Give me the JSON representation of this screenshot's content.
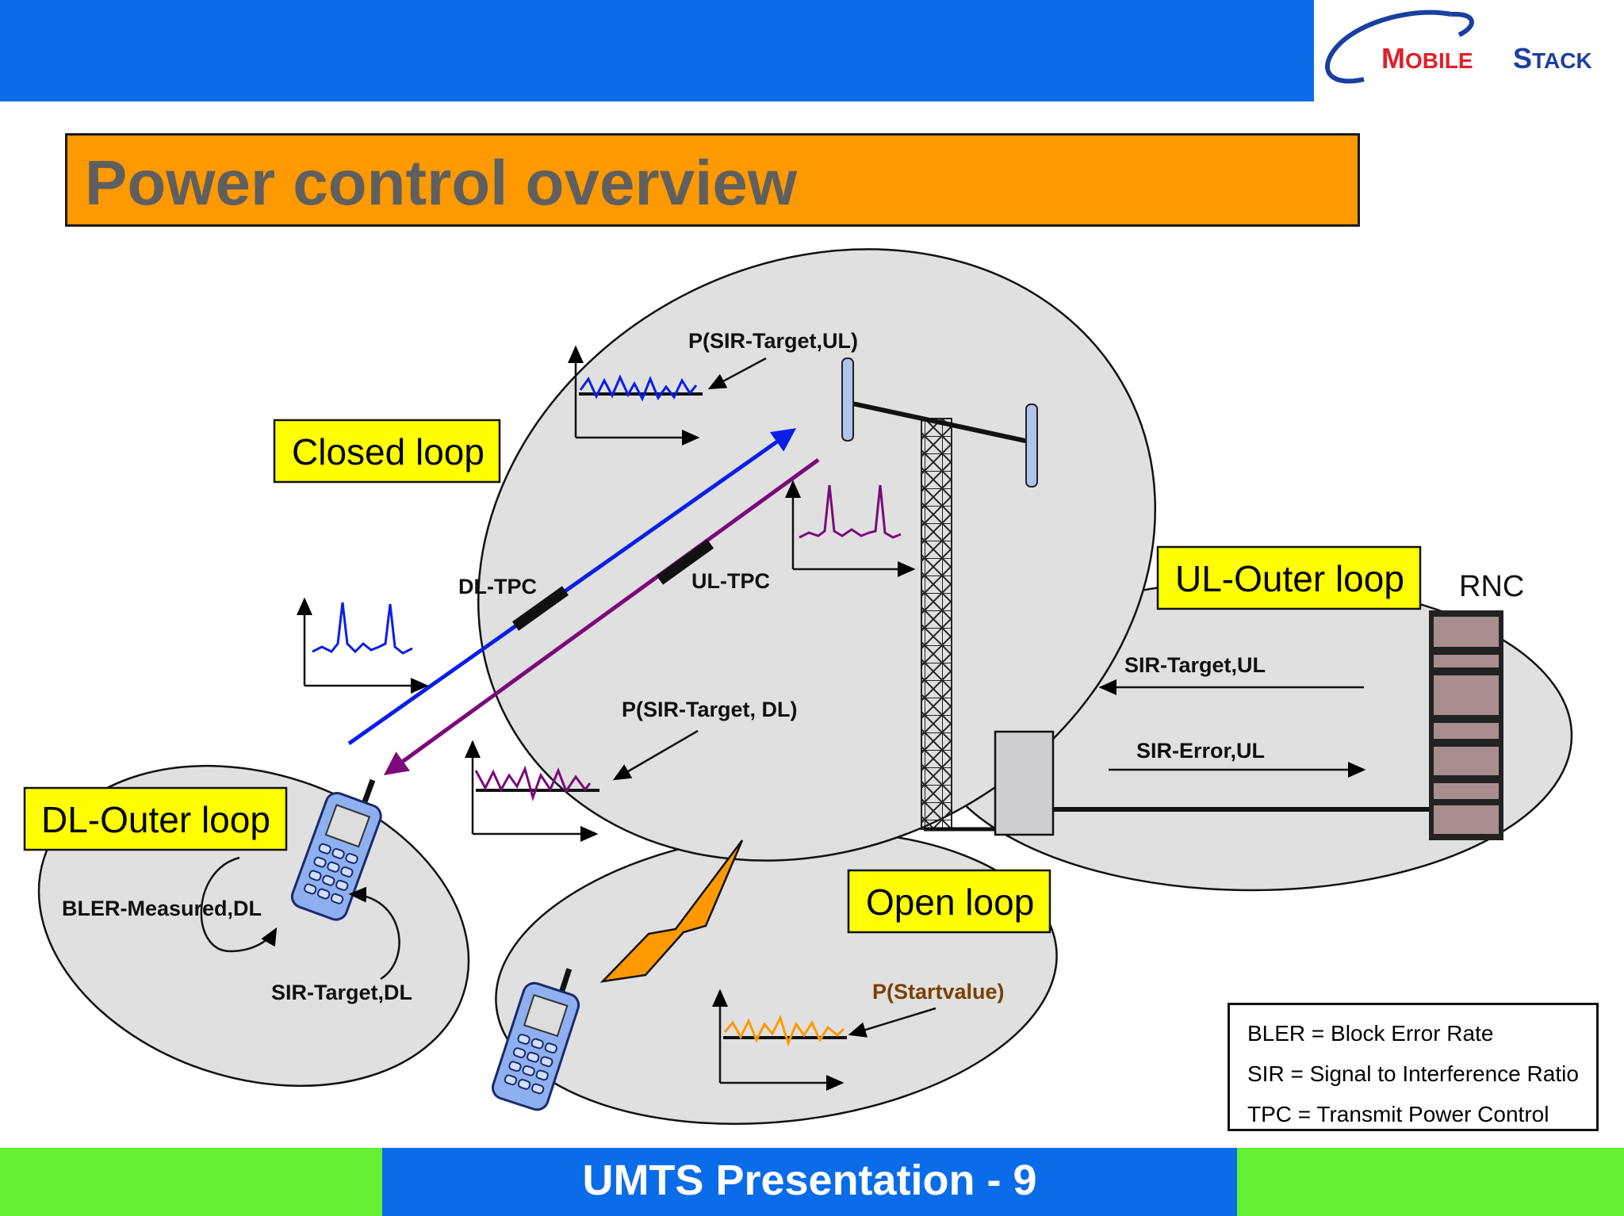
{
  "logo": {
    "text_m": "M",
    "text_obile": "OBILE",
    "text_s": "S",
    "text_tack": "TACK",
    "brand_red": "#e0202a",
    "brand_blue": "#1a3fa0"
  },
  "title": "Power control overview",
  "footer": "UMTS Presentation - 9",
  "loops": {
    "closed": "Closed loop",
    "ul_outer": "UL-Outer loop",
    "dl_outer": "DL-Outer loop",
    "open": "Open loop"
  },
  "labels": {
    "p_sir_target_ul": "P(SIR-Target,UL)",
    "p_sir_target_dl": "P(SIR-Target, DL)",
    "dl_tpc": "DL-TPC",
    "ul_tpc": "UL-TPC",
    "rnc": "RNC",
    "sir_target_ul": "SIR-Target,UL",
    "sir_error_ul": "SIR-Error,UL",
    "bler_measured_dl": "BLER-Measured,DL",
    "sir_target_dl": "SIR-Target,DL",
    "p_startvalue": "P(Startvalue)"
  },
  "legend": [
    "BLER = Block Error Rate",
    "SIR = Signal to Interference Ratio",
    "TPC = Transmit Power Control"
  ],
  "colors": {
    "downlink": "#0a1ee8",
    "uplink": "#7a0a7a",
    "open_loop": "#ff9900",
    "ellipse_fill": "#e0e0e0",
    "label_box": "#ffff00",
    "startvalue_text": "#7a4000"
  }
}
